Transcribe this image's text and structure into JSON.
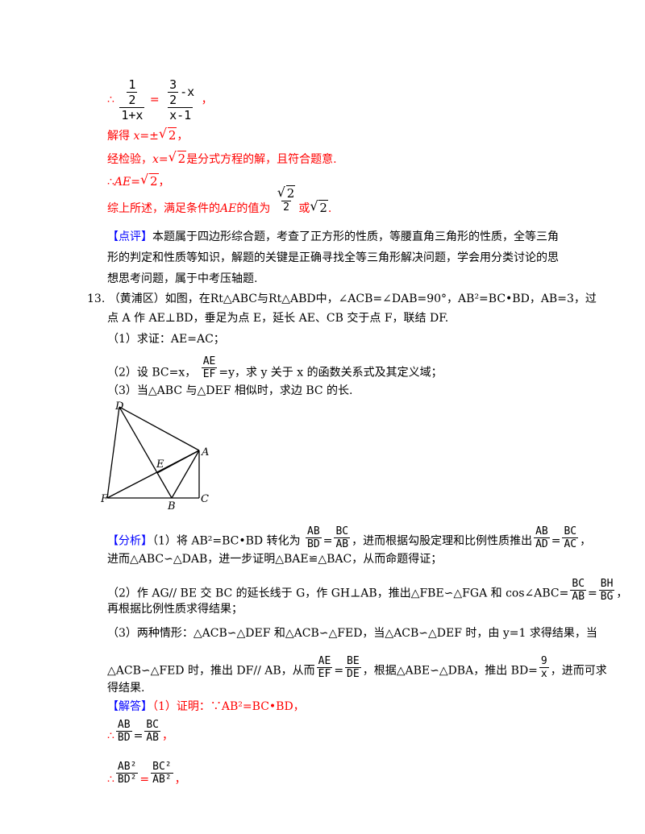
{
  "lines": {
    "l1_therefore": "∴",
    "l1_f1_num": "1",
    "l1_f1_num_den": "2",
    "l1_f1_den": "1+x",
    "l1_eq": "=",
    "l1_f2_num_a": "3",
    "l1_f2_num_b": "2",
    "l1_f2_num_tail": "-x",
    "l1_f2_den": "x-1",
    "l1_end": "，",
    "l2_text": "解得",
    "l2_expr": "x=±",
    "l2_rad": "2",
    "l2_end": "，",
    "l3_pre": "经检验，",
    "l3_x": "x",
    "l3_eq": "=",
    "l3_rad": "2",
    "l3_post": "是分式方程的解，且符合题意.",
    "l4_pre": "∴",
    "l4_ae": "AE",
    "l4_eq": "=",
    "l4_rad": "2",
    "l4_end": "，",
    "l5_pre": "综上所述，满足条件的",
    "l5_ae": "AE",
    "l5_mid": "的值为",
    "l5_frac_rad": "2",
    "l5_frac_den": "2",
    "l5_or": "或",
    "l5_rad": "2",
    "l5_end": "."
  },
  "comment": {
    "bracket": "【点评】",
    "text1": "本题属于四边形综合题，考查了正方形的性质，等腰直角三角形的性质，全等三角",
    "text2": "形的判定和性质等知识，解题的关键是正确寻找全等三角形解决问题，学会用分类讨论的思",
    "text3": "想思考问题，属于中考压轴题."
  },
  "problem": {
    "number": "13.",
    "line1": "（黄浦区）如图，在Rt△ABC与Rt△ABD中，∠ACB=∠DAB=90°，AB²=BC•BD，AB=3，过",
    "line2": "点 A 作 AE⊥BD，垂足为点 E，延长 AE、CB 交于点 F，联结 DF.",
    "q1": "（1）求证：AE=AC；",
    "q2_pre": "（2）设 BC=x，",
    "q2_num": "AE",
    "q2_den": "EF",
    "q2_post": "=y，求 y 关于 x 的函数关系式及其定义域；",
    "q3": "（3）当△ABC 与△DEF 相似时，求边 BC 的长."
  },
  "figure": {
    "labels": {
      "D": "D",
      "A": "A",
      "E": "E",
      "F": "F",
      "B": "B",
      "C": "C"
    }
  },
  "analysis": {
    "bracket": "【分析】",
    "p1_pre": "（1）将 AB²=BC•BD 转化为",
    "p1_f1_num": "AB",
    "p1_f1_den": "BD",
    "p1_f2_num": "BC",
    "p1_f2_den": "AB",
    "p1_mid": "，进而根据勾股定理和比例性质推出",
    "p1_f3_num": "AB",
    "p1_f3_den": "AD",
    "p1_f4_num": "BC",
    "p1_f4_den": "AC",
    "p1_end": "，",
    "p1_line2": "进而△ABC∽△DAB，进一步证明△BAE≌△BAC，从而命题得证；",
    "p2_pre": "（2）作 AG// BE 交 BC 的延长线于 G，作 GH⊥AB，推出△FBE∽△FGA 和 cos∠ABC=",
    "p2_f1_num": "BC",
    "p2_f1_den": "AB",
    "p2_f2_num": "BH",
    "p2_f2_den": "BG",
    "p2_end": "，",
    "p2_line2": "再根据比例性质求得结果；",
    "p3_line1": "（3）两种情形：△ACB∽△DEF 和△ACB∽△FED，当△ACB∽△DEF 时，由 y=1 求得结果，当",
    "p3_pre": "△ACB∽△FED 时，推出 DF// AB，从而",
    "p3_f1_num": "AE",
    "p3_f1_den": "EF",
    "p3_f2_num": "BE",
    "p3_f2_den": "DE",
    "p3_mid": "，根据△ABE∽△DBA，推出 BD=",
    "p3_f3_num": "9",
    "p3_f3_den": "x",
    "p3_post": "，进而可求",
    "p3_line3": "得结果."
  },
  "answer": {
    "bracket": "【解答】",
    "intro": "（1）证明：∵AB²=BC•BD，",
    "s1_pre": "∴",
    "s1_f1_num": "AB",
    "s1_f1_den": "BD",
    "s1_f2_num": "BC",
    "s1_f2_den": "AB",
    "s1_end": "，",
    "s2_pre": "∴",
    "s2_f1_num": "AB²",
    "s2_f1_den": "BD²",
    "s2_eq": "=",
    "s2_f2_num": "BC²",
    "s2_f2_den": "AB²",
    "s2_end": "，"
  }
}
